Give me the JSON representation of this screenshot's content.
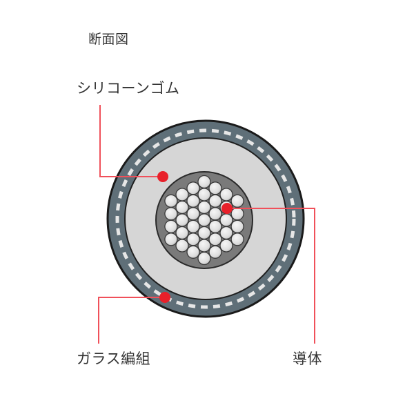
{
  "title": "断面図",
  "labels": {
    "silicone": "シリコーンゴム",
    "glass_braid": "ガラス編組",
    "conductor": "導体"
  },
  "colors": {
    "leader_line": "#f0505a",
    "marker_dot": "#e8202a",
    "outer_band": "#5f6f78",
    "outer_outline": "#1a1a1a",
    "braid_dash": "#e6e6e6",
    "silicone_fill": "#d6d6d6",
    "conductor_bg": "#7a7a7a",
    "strand_fill": "#e4e4e4",
    "text": "#333333"
  },
  "cable": {
    "layers": [
      "ガラス編組",
      "シリコーンゴム",
      "導体"
    ],
    "strand_count": 37
  }
}
